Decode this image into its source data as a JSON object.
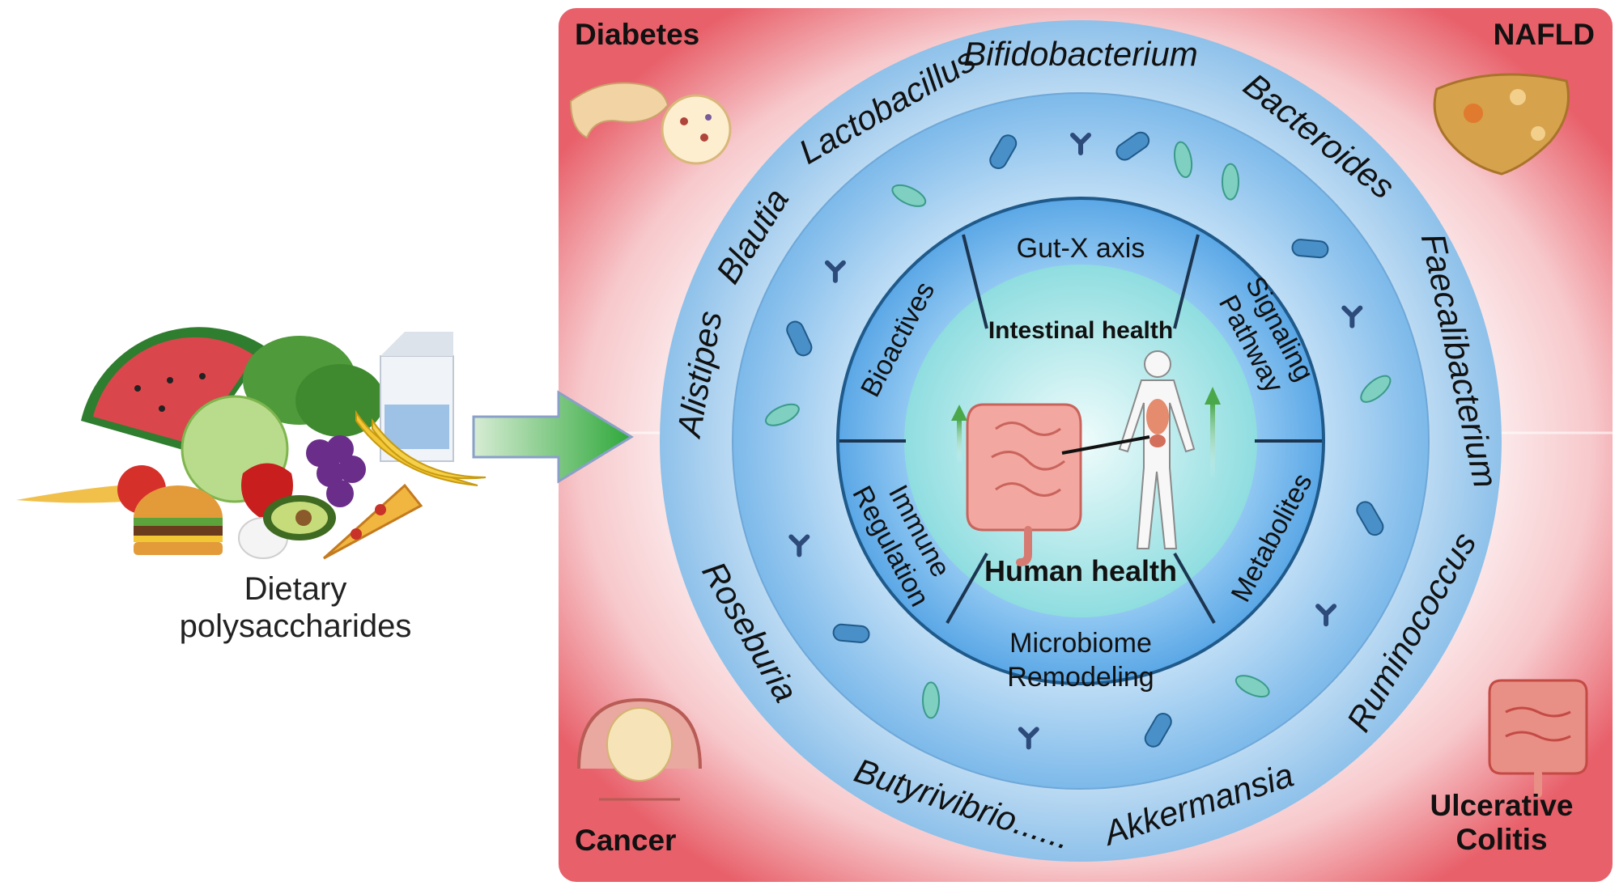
{
  "food_caption": [
    "Dietary",
    "polysaccharides"
  ],
  "diseases": {
    "diabetes": "Diabetes",
    "nafld": "NAFLD",
    "cancer": "Cancer",
    "colitis_line1": "Ulcerative",
    "colitis_line2": "Colitis"
  },
  "bacteria": [
    "Bifidobacterium",
    "Bacteroides",
    "Faecalibacterium",
    "Ruminococcus",
    "Akkermansia",
    "Butyrivibrio......",
    "Roseburia",
    "Alistipes",
    "Blautia",
    "Lactobacillus"
  ],
  "mechanisms": {
    "gut_x_axis": "Gut-X axis",
    "signaling_1": "Signaling",
    "signaling_2": "Pathway",
    "metabolites": "Metabolites",
    "microbiome_1": "Microbiome",
    "microbiome_2": "Remodeling",
    "immune_1": "Immune",
    "immune_2": "Regulation",
    "bioactives": "Bioactives"
  },
  "center": {
    "intestinal_health": "Intestinal health",
    "human_health": "Human health"
  },
  "colors": {
    "outer_ring": "#a9cdee",
    "inner_disk": "#5aa7e6",
    "center": "#bfeef0",
    "corner_red": "#e8606a",
    "arrow_green": "#3aa93a",
    "bacteria_blue": "#3d7fb8"
  }
}
